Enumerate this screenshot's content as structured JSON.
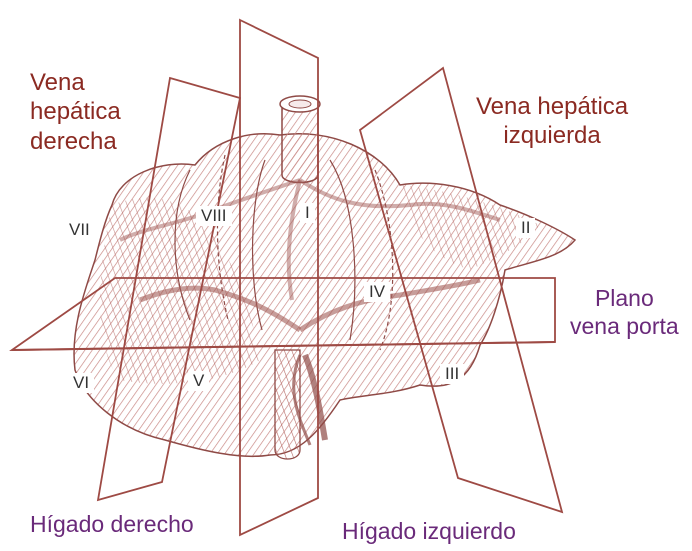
{
  "labels": {
    "right_hepatic_vein": [
      "Vena",
      "hepática",
      "derecha"
    ],
    "left_hepatic_vein": [
      "Vena hepática",
      "izquierda"
    ],
    "portal_plane": [
      "Plano",
      "vena porta"
    ],
    "right_liver": "Hígado derecho",
    "left_liver": "Hígado izquierdo"
  },
  "segments": {
    "I": "I",
    "II": "II",
    "III": "III",
    "IV": "IV",
    "V": "V",
    "VI": "VI",
    "VII": "VII",
    "VIII": "VIII"
  },
  "colors": {
    "plane_stroke": "#9e4a44",
    "liver_hatch": "#b56a66",
    "label_dark_red": "#8b2a22",
    "label_purple": "#6a2a7a"
  }
}
